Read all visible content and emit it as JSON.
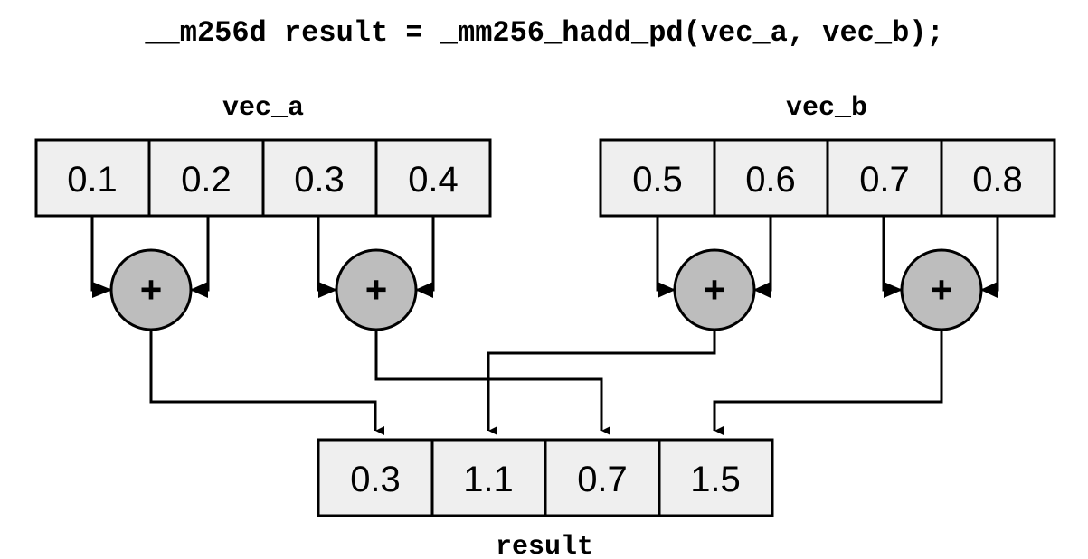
{
  "code_line": "__m256d result = _mm256_hadd_pd(vec_a, vec_b);",
  "vec_a": {
    "label": "vec_a",
    "values": [
      "0.1",
      "0.2",
      "0.3",
      "0.4"
    ]
  },
  "vec_b": {
    "label": "vec_b",
    "values": [
      "0.5",
      "0.6",
      "0.7",
      "0.8"
    ]
  },
  "adders": [
    {
      "symbol": "+",
      "inputs": [
        "vec_a[0]",
        "vec_a[1]"
      ]
    },
    {
      "symbol": "+",
      "inputs": [
        "vec_a[2]",
        "vec_a[3]"
      ]
    },
    {
      "symbol": "+",
      "inputs": [
        "vec_b[0]",
        "vec_b[1]"
      ]
    },
    {
      "symbol": "+",
      "inputs": [
        "vec_b[2]",
        "vec_b[3]"
      ]
    }
  ],
  "result": {
    "label": "result",
    "values": [
      "0.3",
      "1.1",
      "0.7",
      "1.5"
    ]
  },
  "colors": {
    "cell_fill": "#efefef",
    "adder_fill": "#bdbdbd",
    "stroke": "#000000"
  }
}
